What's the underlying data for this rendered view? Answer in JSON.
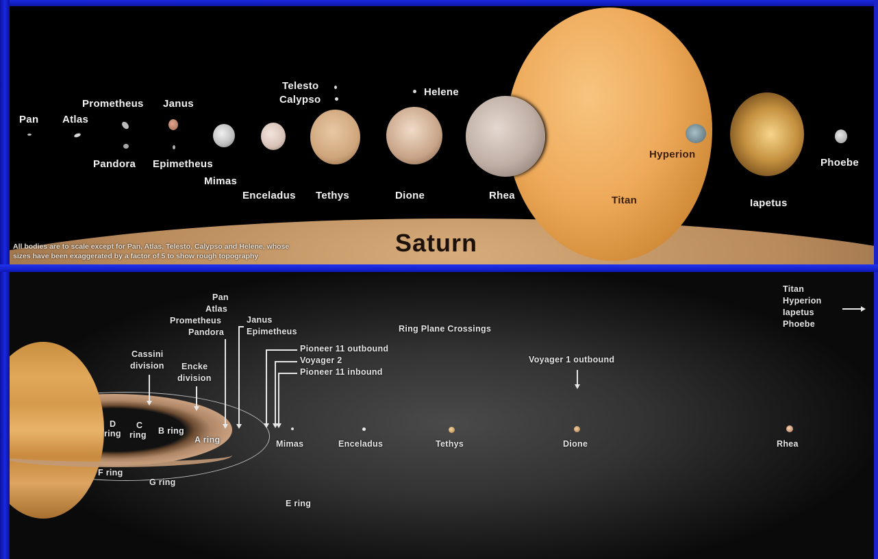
{
  "top_panel": {
    "title": "Saturn",
    "caption_line1": "All bodies are to scale except for Pan, Atlas, Telesto, Calypso and Helene, whose",
    "caption_line2": "sizes have been exaggerated by a factor of 5 to show rough topography",
    "moons": [
      {
        "name": "Pan",
        "color": "#bdbdbd"
      },
      {
        "name": "Atlas",
        "color": "#d0d0d0"
      },
      {
        "name": "Prometheus",
        "color": "#bcbcbc"
      },
      {
        "name": "Pandora",
        "color": "#a8a8a8"
      },
      {
        "name": "Janus",
        "color": "#c89078"
      },
      {
        "name": "Epimetheus",
        "color": "#b0b0b0"
      },
      {
        "name": "Mimas",
        "color": "#d8d8d8"
      },
      {
        "name": "Enceladus",
        "color": "#e6d4cc"
      },
      {
        "name": "Telesto",
        "color": "#d8d8d8"
      },
      {
        "name": "Calypso",
        "color": "#e0e0e0"
      },
      {
        "name": "Tethys",
        "color": "#d9b48c"
      },
      {
        "name": "Helene",
        "color": "#d8d8d8"
      },
      {
        "name": "Dione",
        "color": "#d7b59a"
      },
      {
        "name": "Rhea",
        "color": "#cdbdb2"
      },
      {
        "name": "Titan",
        "color": "#eeaa5a"
      },
      {
        "name": "Hyperion",
        "color": "#8aa0a8"
      },
      {
        "name": "Iapetus",
        "color": "#c59240"
      },
      {
        "name": "Phoebe",
        "color": "#bcbcbc"
      }
    ]
  },
  "bottom_panel": {
    "shepherd_group": [
      "Pan",
      "Atlas",
      "Prometheus",
      "Pandora"
    ],
    "coorbital_group": [
      "Janus",
      "Epimetheus"
    ],
    "cassini_division": [
      "Cassini",
      "division"
    ],
    "encke_division": [
      "Encke",
      "division"
    ],
    "ring_plane_crossings_title": "Ring Plane Crossings",
    "crossings": [
      "Pioneer 11 outbound",
      "Voyager 2",
      "Pioneer 11 inbound"
    ],
    "voyager1": "Voyager 1 outbound",
    "outer_moons": [
      "Titan",
      "Hyperion",
      "Iapetus",
      "Phoebe"
    ],
    "rings": {
      "d": [
        "D",
        "ring"
      ],
      "c": [
        "C",
        "ring"
      ],
      "b": "B ring",
      "a": "A ring",
      "f": "F ring",
      "g": "G ring",
      "e": "E ring"
    },
    "orbit_moons": [
      "Mimas",
      "Enceladus",
      "Tethys",
      "Dione",
      "Rhea"
    ]
  },
  "colors": {
    "frame_blue": "#1a2ae0",
    "titan_orange": "#eeaa5a",
    "saturn_tan": "#d7ac7a",
    "label_white": "#f2f2f2"
  }
}
